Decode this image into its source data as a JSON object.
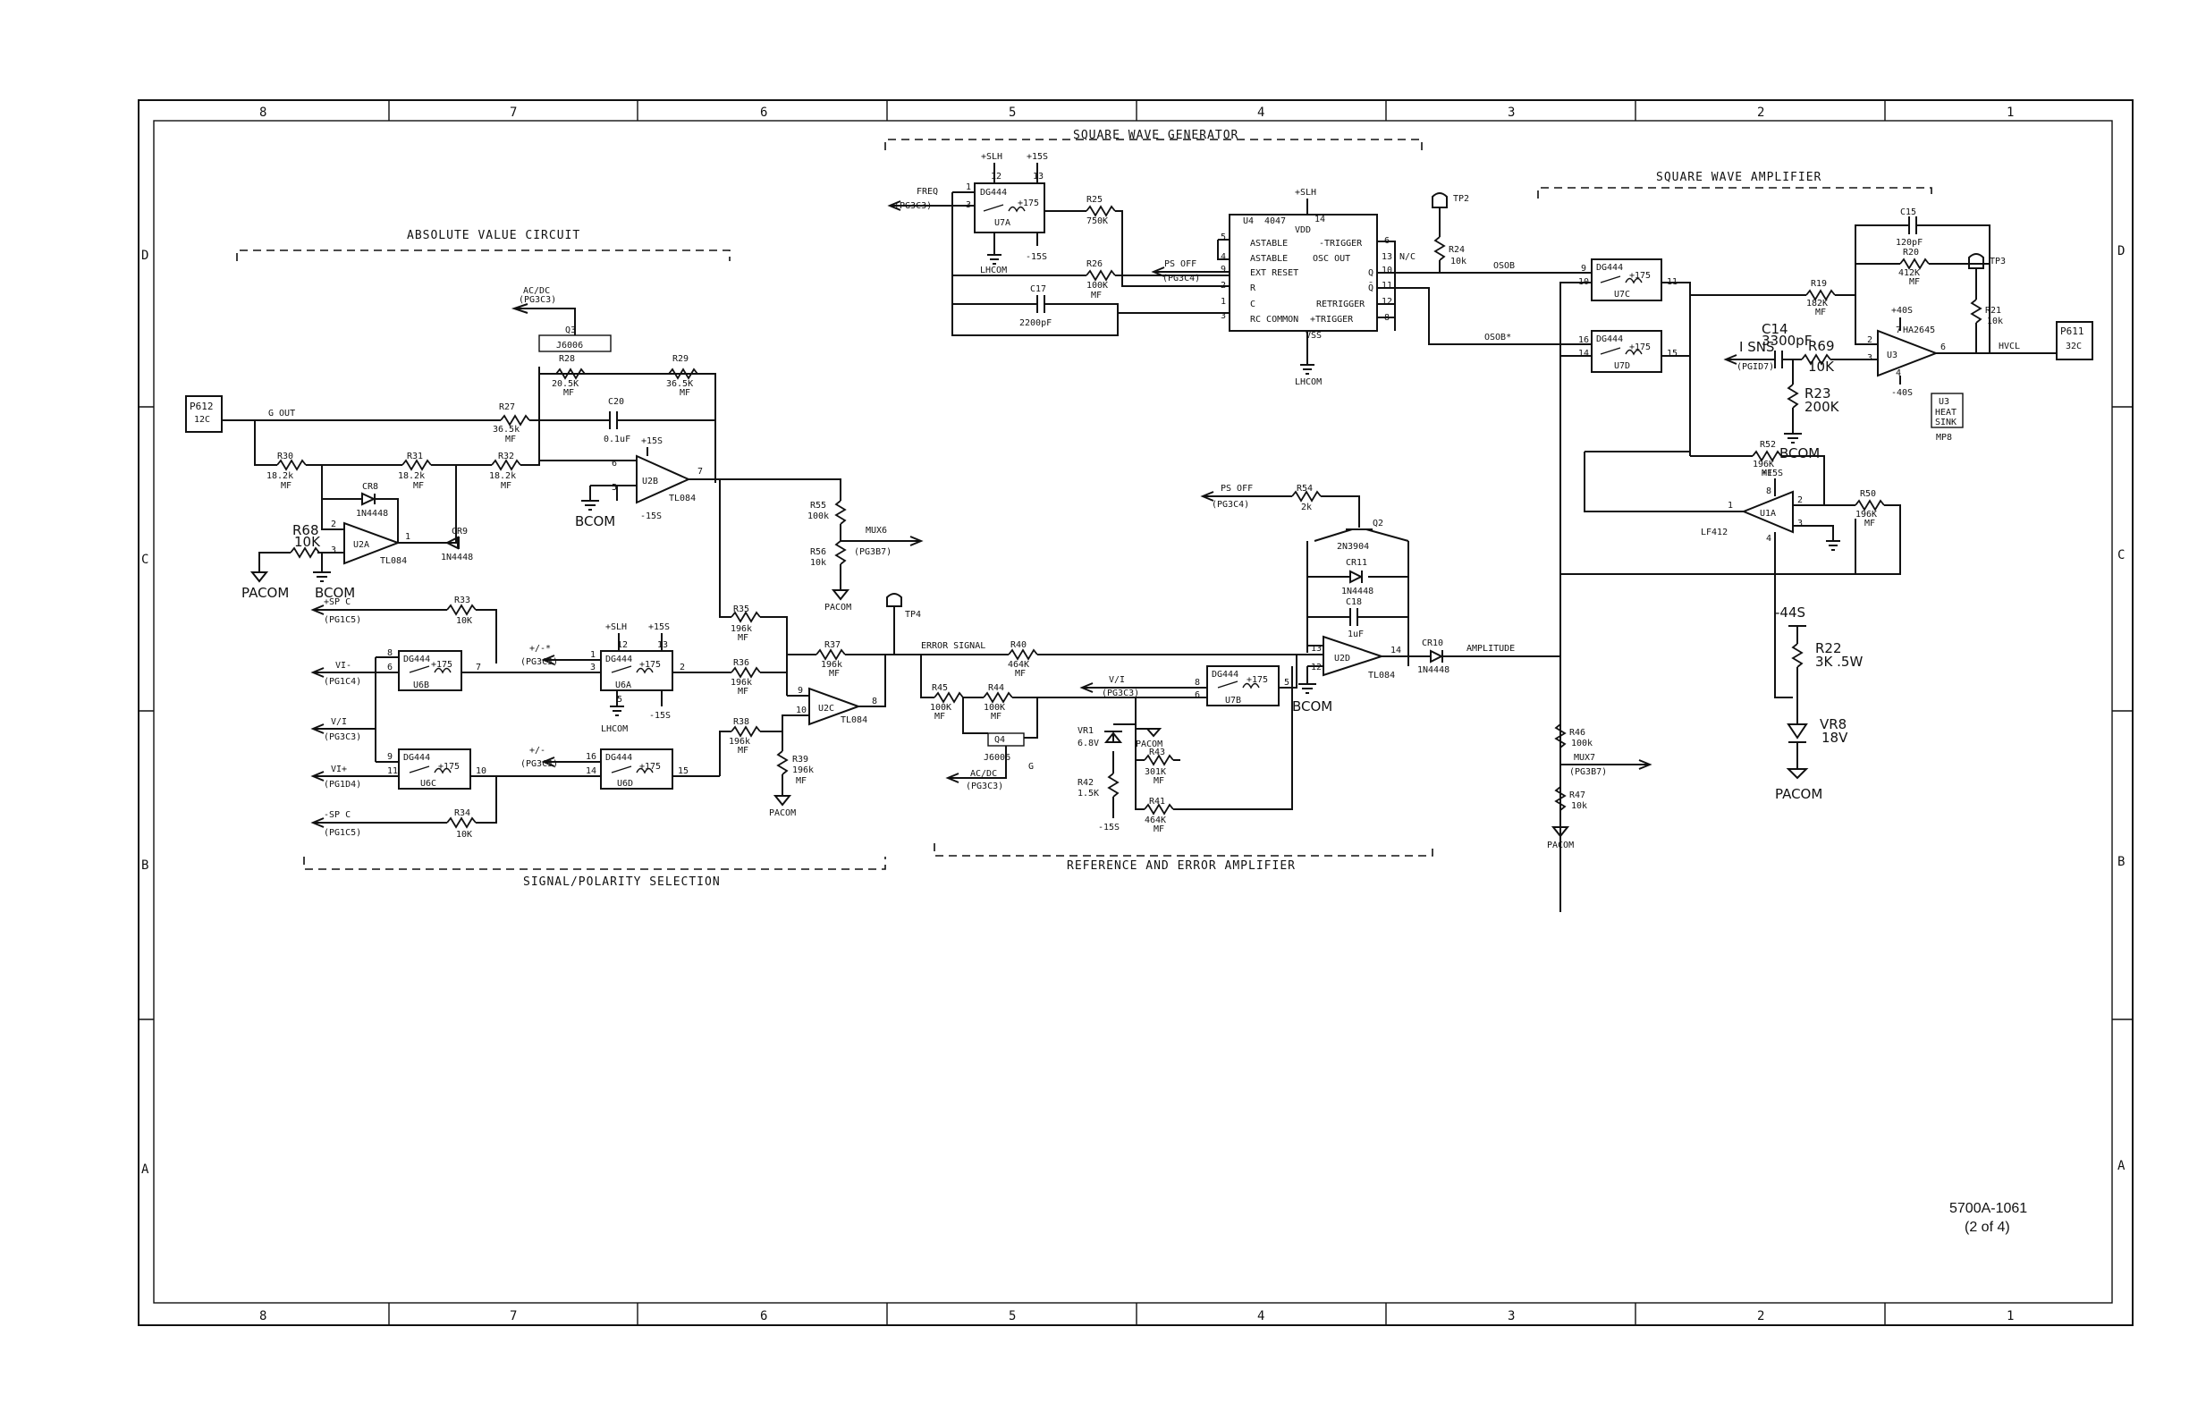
{
  "border": {
    "columns": [
      "8",
      "7",
      "6",
      "5",
      "4",
      "3",
      "2",
      "1"
    ],
    "rows": [
      "D",
      "C",
      "B",
      "A"
    ]
  },
  "sections": {
    "absolute_value": "ABSOLUTE VALUE CIRCUIT",
    "square_wave_generator": "SQUARE WAVE GENERATOR",
    "square_wave_amplifier": "SQUARE WAVE AMPLIFIER",
    "signal_polarity": "SIGNAL/POLARITY SELECTION",
    "reference_error": "REFERENCE AND ERROR AMPLIFIER"
  },
  "connectors": {
    "p612": "P612",
    "p612_pin": "12C",
    "p611": "P611",
    "p611_pin": "32C"
  },
  "test_points": [
    "TP2",
    "TP3",
    "TP4"
  ],
  "nets": {
    "g_out": "G OUT",
    "error_signal": "ERROR SIGNAL",
    "amplitude": "AMPLITUDE",
    "hvcl": "HVCL",
    "osob": "OSOB",
    "osob_bar": "OSOB*",
    "n_c": "N/C"
  },
  "signals": {
    "ac_dc": "AC/DC",
    "ac_dc_ref": "(PG3C3)",
    "freq": "FREQ",
    "freq_ref": "(PG3C3)",
    "ps_off": "PS OFF",
    "ps_off_ref": "(PG3C4)",
    "ps_off2": "PS OFF",
    "ps_off2_ref": "(PG3C4)",
    "mux6": "MUX6",
    "mux6_ref": "(PG3B7)",
    "mux7": "MUX7",
    "mux7_ref": "(PG3B7)",
    "sp_c_pos": "+SP C",
    "sp_c_pos_ref": "(PG1C5)",
    "sp_c_neg": "-SP C",
    "sp_c_neg_ref": "(PG1C5)",
    "vi_minus": "VI-",
    "vi_minus_ref": "(PG1C4)",
    "vi_plus": "VI+",
    "vi_plus_ref": "(PG1D4)",
    "v_i": "V/I",
    "v_i_ref": "(PG3C3)",
    "v_i2": "V/I",
    "v_i2_ref": "(PG3C3)",
    "pm": "+/-*",
    "pm_ref": "(PG3C3)",
    "pm2": "+/-",
    "pm2_ref": "(PG3C3)",
    "ac_dc2": "AC/DC",
    "ac_dc2_ref": "(PG3C3)",
    "i_sns": "I SNS",
    "i_sns_ref": "(PGID7)"
  },
  "grounds": {
    "pacom": "PACOM",
    "bcom": "BCOM",
    "lhcom": "LHCOM"
  },
  "rails": {
    "p15s": "+15S",
    "m15s": "-15S",
    "slh": "+SLH",
    "p175": "+175",
    "p40s": "+40S",
    "m40s": "-40S",
    "m44s": "-44S",
    "vdd": "VDD",
    "vss": "VSS"
  },
  "resistors": {
    "r27": "R27",
    "r27_v": "36.5k",
    "r27_t": "MF",
    "r28": "R28",
    "r28_v": "20.5K",
    "r28_t": "MF",
    "r29": "R29",
    "r29_v": "36.5K",
    "r29_t": "MF",
    "r30": "R30",
    "r30_v": "18.2k",
    "r30_t": "MF",
    "r31": "R31",
    "r31_v": "18.2k",
    "r31_t": "MF",
    "r32": "R32",
    "r32_v": "18.2k",
    "r32_t": "MF",
    "r68": "R68",
    "r68_v": "10K",
    "r33": "R33",
    "r33_v": "10K",
    "r34": "R34",
    "r34_v": "10K",
    "r35": "R35",
    "r35_v": "196k",
    "r35_t": "MF",
    "r36": "R36",
    "r36_v": "196k",
    "r36_t": "MF",
    "r37": "R37",
    "r37_v": "196k",
    "r37_t": "MF",
    "r38": "R38",
    "r38_v": "196k",
    "r38_t": "MF",
    "r39": "R39",
    "r39_v": "196k",
    "r39_t": "MF",
    "r55": "R55",
    "r55_v": "100k",
    "r56": "R56",
    "r56_v": "10k",
    "r25": "R25",
    "r25_v": "750K",
    "r26": "R26",
    "r26_v": "100K",
    "r26_t": "MF",
    "r24": "R24",
    "r24_v": "10k",
    "r40": "R40",
    "r40_v": "464K",
    "r40_t": "MF",
    "r45": "R45",
    "r45_v": "100K",
    "r45_t": "MF",
    "r44": "R44",
    "r44_v": "100K",
    "r44_t": "MF",
    "r42": "R42",
    "r42_v": "1.5K",
    "r43": "R43",
    "r43_v": "301K",
    "r43_t": "MF",
    "r41": "R41",
    "r41_v": "464K",
    "r41_t": "MF",
    "r54": "R54",
    "r54_v": "2k",
    "r46": "R46",
    "r46_v": "100k",
    "r47": "R47",
    "r47_v": "10k",
    "r19": "R19",
    "r19_v": "182K",
    "r19_t": "MF",
    "r20": "R20",
    "r20_v": "412K",
    "r20_t": "MF",
    "r21": "R21",
    "r21_v": "10k",
    "r69": "R69",
    "r69_v": "10K",
    "r23": "R23",
    "r23_v": "200K",
    "r52": "R52",
    "r52_v": "196K",
    "r52_t": "MF",
    "r50": "R50",
    "r50_v": "196K",
    "r50_t": "MF",
    "r22": "R22",
    "r22_v": "3K .5W"
  },
  "capacitors": {
    "c20": "C20",
    "c20_v": "0.1uF",
    "c17": "C17",
    "c17_v": "2200pF",
    "c18": "C18",
    "c18_v": "1uF",
    "c15": "C15",
    "c15_v": "120pF",
    "c14": "C14",
    "c14_v": "3300pF"
  },
  "diodes": {
    "cr8": "CR8",
    "cr8_v": "1N4448",
    "cr9": "CR9",
    "cr9_v": "1N4448",
    "cr11": "CR11",
    "cr11_v": "1N4448",
    "cr10": "CR10",
    "cr10_v": "1N4448",
    "vr1": "VR1",
    "vr1_v": "6.8V",
    "vr8": "VR8",
    "vr8_v": "18V"
  },
  "transistors": {
    "q2": "Q2",
    "q2_v": "2N3904",
    "q3": "Q3",
    "q3_v": "J6006",
    "q4": "Q4",
    "q4_v": "J6006"
  },
  "ics": {
    "u2a": "U2A",
    "u2b": "U2B",
    "u2c": "U2C",
    "u2d": "U2D",
    "tl084": "TL084",
    "u1a": "U1A",
    "lf412": "LF412",
    "u3": "U3",
    "ha2645": "HA2645",
    "u4": "U4",
    "u4_part": "4047",
    "dg444": "DG444",
    "u6a": "U6A",
    "u6b": "U6B",
    "u6c": "U6C",
    "u6d": "U6D",
    "u7a": "U7A",
    "u7b": "U7B",
    "u7c": "U7C",
    "u7d": "U7D",
    "u4_pins": [
      "ASTABLE",
      "-TRIGGER",
      "ASTABLE",
      "OSC OUT",
      "EXT RESET",
      "R",
      "RETRIGGER",
      "C",
      "RC COMMON",
      "+TRIGGER"
    ]
  },
  "heatsink": {
    "u3": "U3",
    "line1": "HEAT",
    "line2": "SINK",
    "mp": "MP8"
  },
  "footer": {
    "drawing": "5700A-1061",
    "sheet": "(2 of 4)"
  }
}
